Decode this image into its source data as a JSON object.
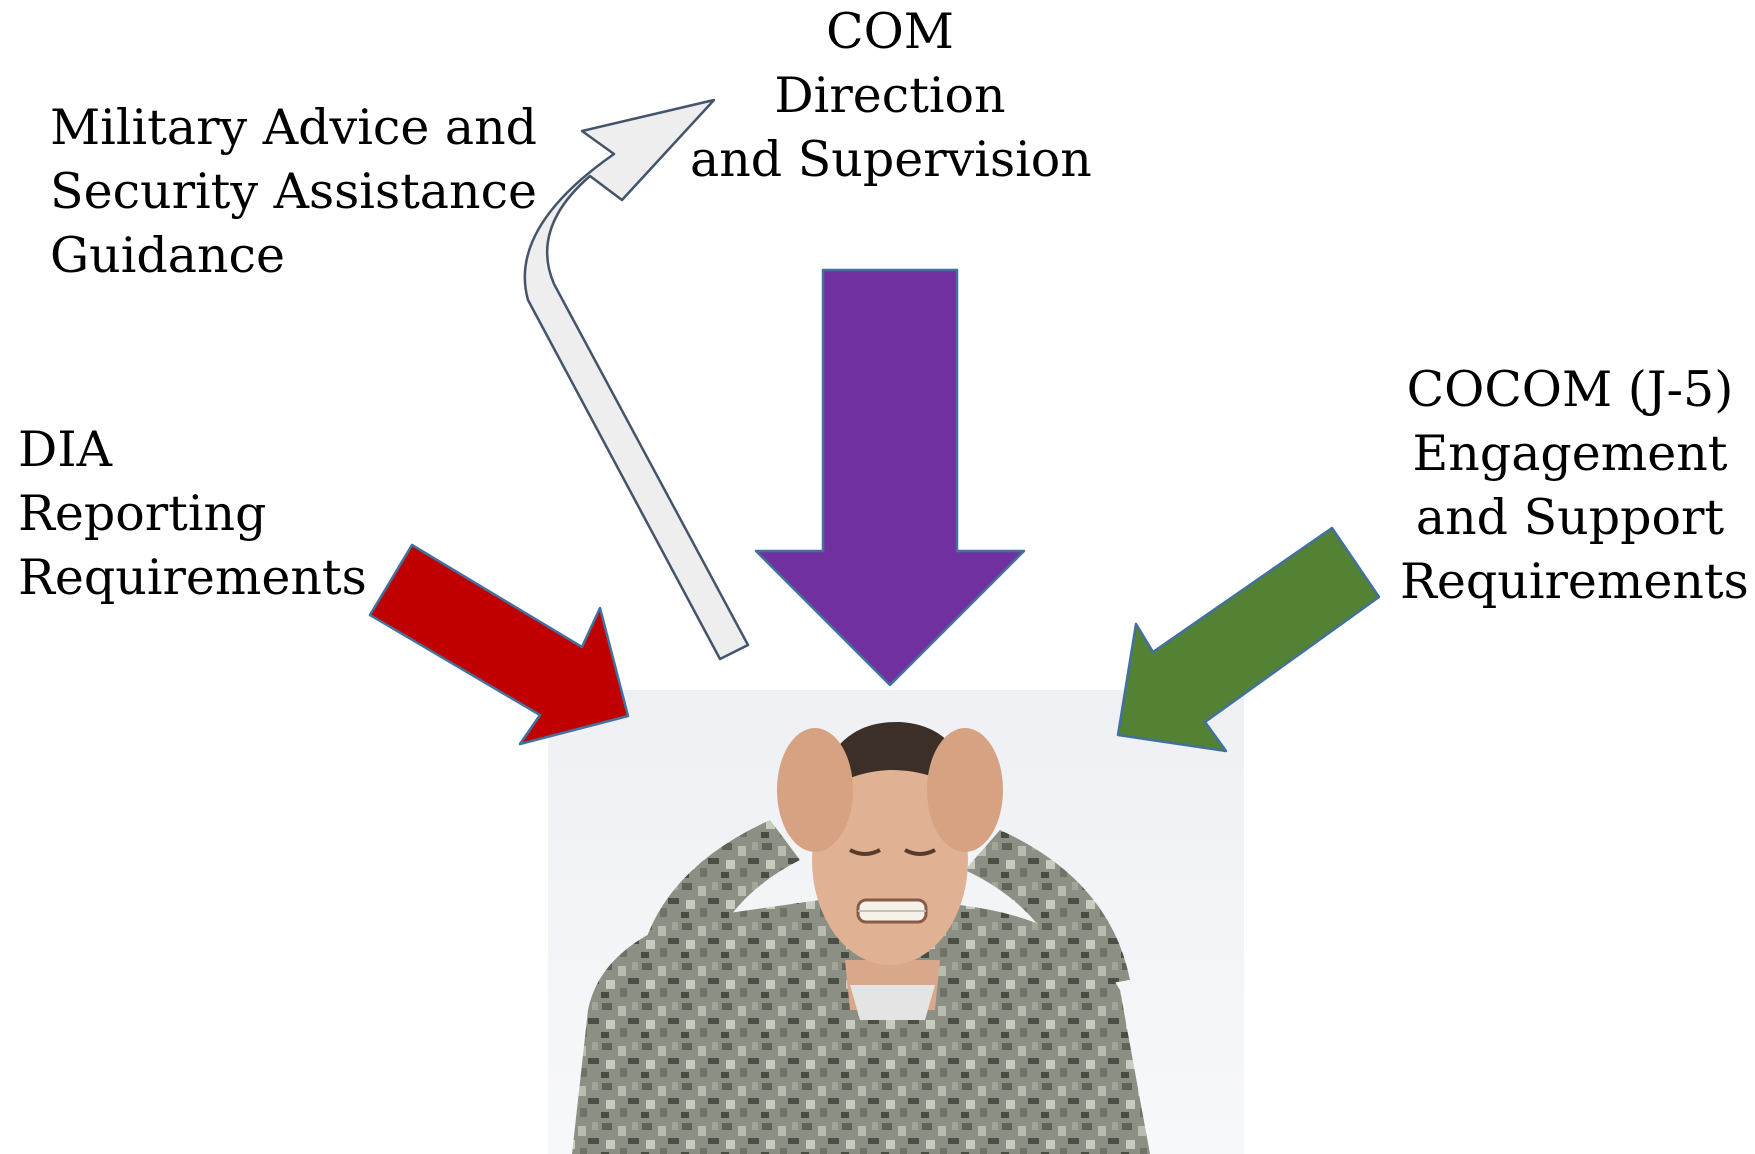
{
  "labels": {
    "advice": [
      "Military Advice and",
      "Security Assistance",
      "Guidance"
    ],
    "com": [
      "COM",
      "Direction",
      "and Supervision"
    ],
    "dia": [
      "DIA",
      "Reporting",
      "Requirements"
    ],
    "cocom": [
      "COCOM (J-5)",
      "Engagement",
      "and Support",
      "Requirements"
    ]
  },
  "colors": {
    "advice_arrow": "#eeeeee",
    "advice_arrow_outline": "#44546a",
    "com_arrow": "#7030a0",
    "dia_arrow": "#c00000",
    "cocom_arrow": "#548235",
    "arrow_outline": "#41719c"
  },
  "photo": {
    "subject": "soldier in camouflage uniform holding head in stress",
    "icon": "stressed-soldier-photo"
  }
}
